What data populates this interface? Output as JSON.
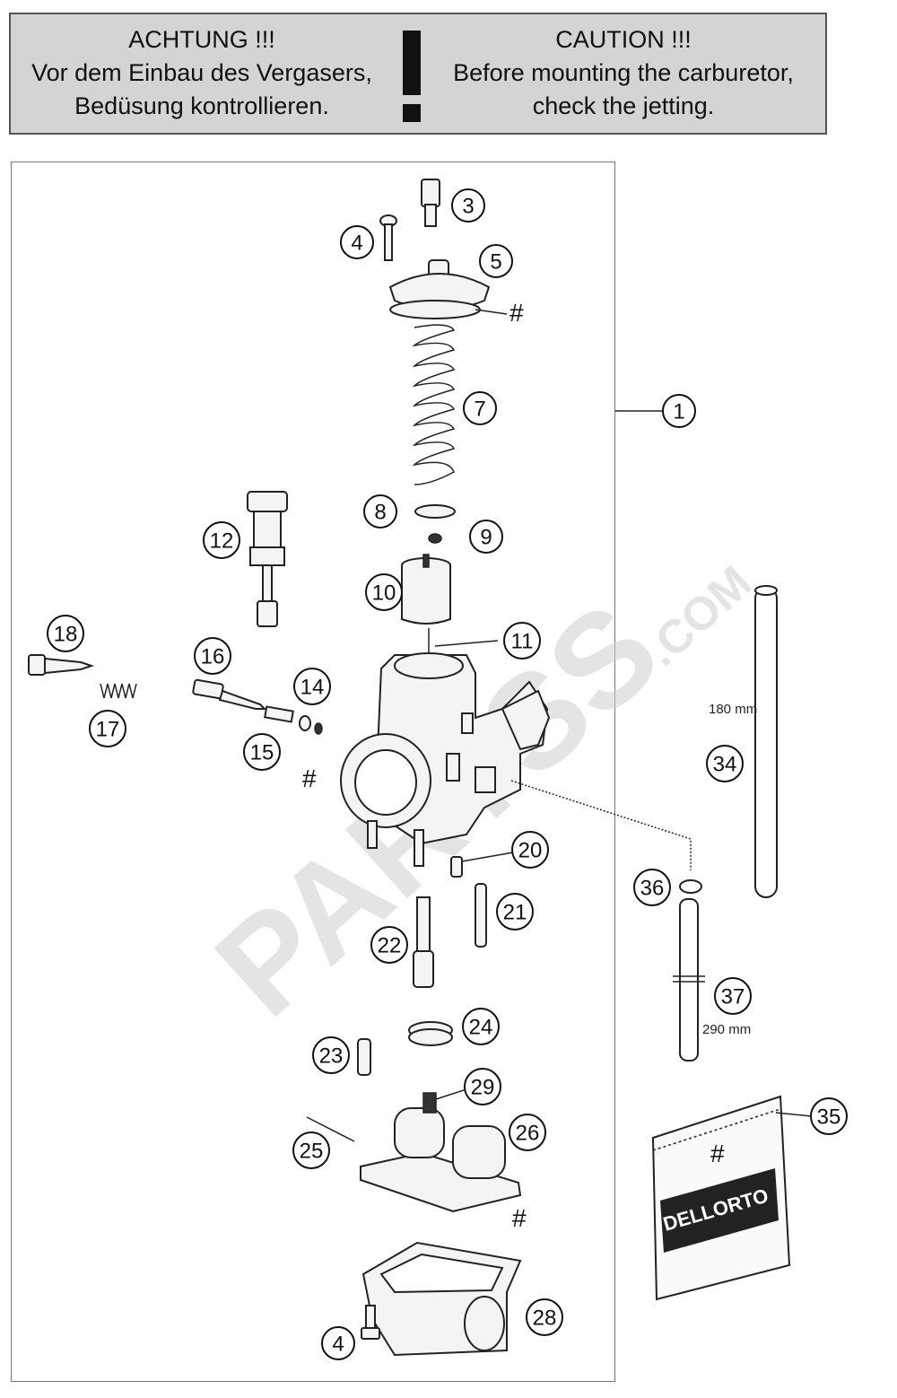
{
  "banner": {
    "de": [
      "ACHTUNG !!!",
      "Vor dem Einbau des Vergasers,",
      "Bedüsung kontrollieren."
    ],
    "en": [
      "CAUTION !!!",
      "Before mounting the carburetor,",
      "check the jetting."
    ]
  },
  "callouts": {
    "c1": "1",
    "c3": "3",
    "c4a": "4",
    "c4b": "4",
    "c5": "5",
    "c7": "7",
    "c8": "8",
    "c9": "9",
    "c10": "10",
    "c11": "11",
    "c12": "12",
    "c14": "14",
    "c15": "15",
    "c16": "16",
    "c17": "17",
    "c18": "18",
    "c20": "20",
    "c21": "21",
    "c22": "22",
    "c23": "23",
    "c24": "24",
    "c25": "25",
    "c26": "26",
    "c28": "28",
    "c29": "29",
    "c34": "34",
    "c35": "35",
    "c36": "36",
    "c37": "37"
  },
  "markers": {
    "hash": "#"
  },
  "dimensions": {
    "tube_34": "180 mm",
    "tube_37": "290 mm"
  },
  "kit_label": {
    "brand": "DELLORTO",
    "hash": "#"
  },
  "watermark": {
    "main": "PARTSS",
    "suffix": ".COM"
  },
  "colors": {
    "banner_bg": "#d4d4d4",
    "ink": "#111111",
    "watermark": "#cfcfcf"
  }
}
